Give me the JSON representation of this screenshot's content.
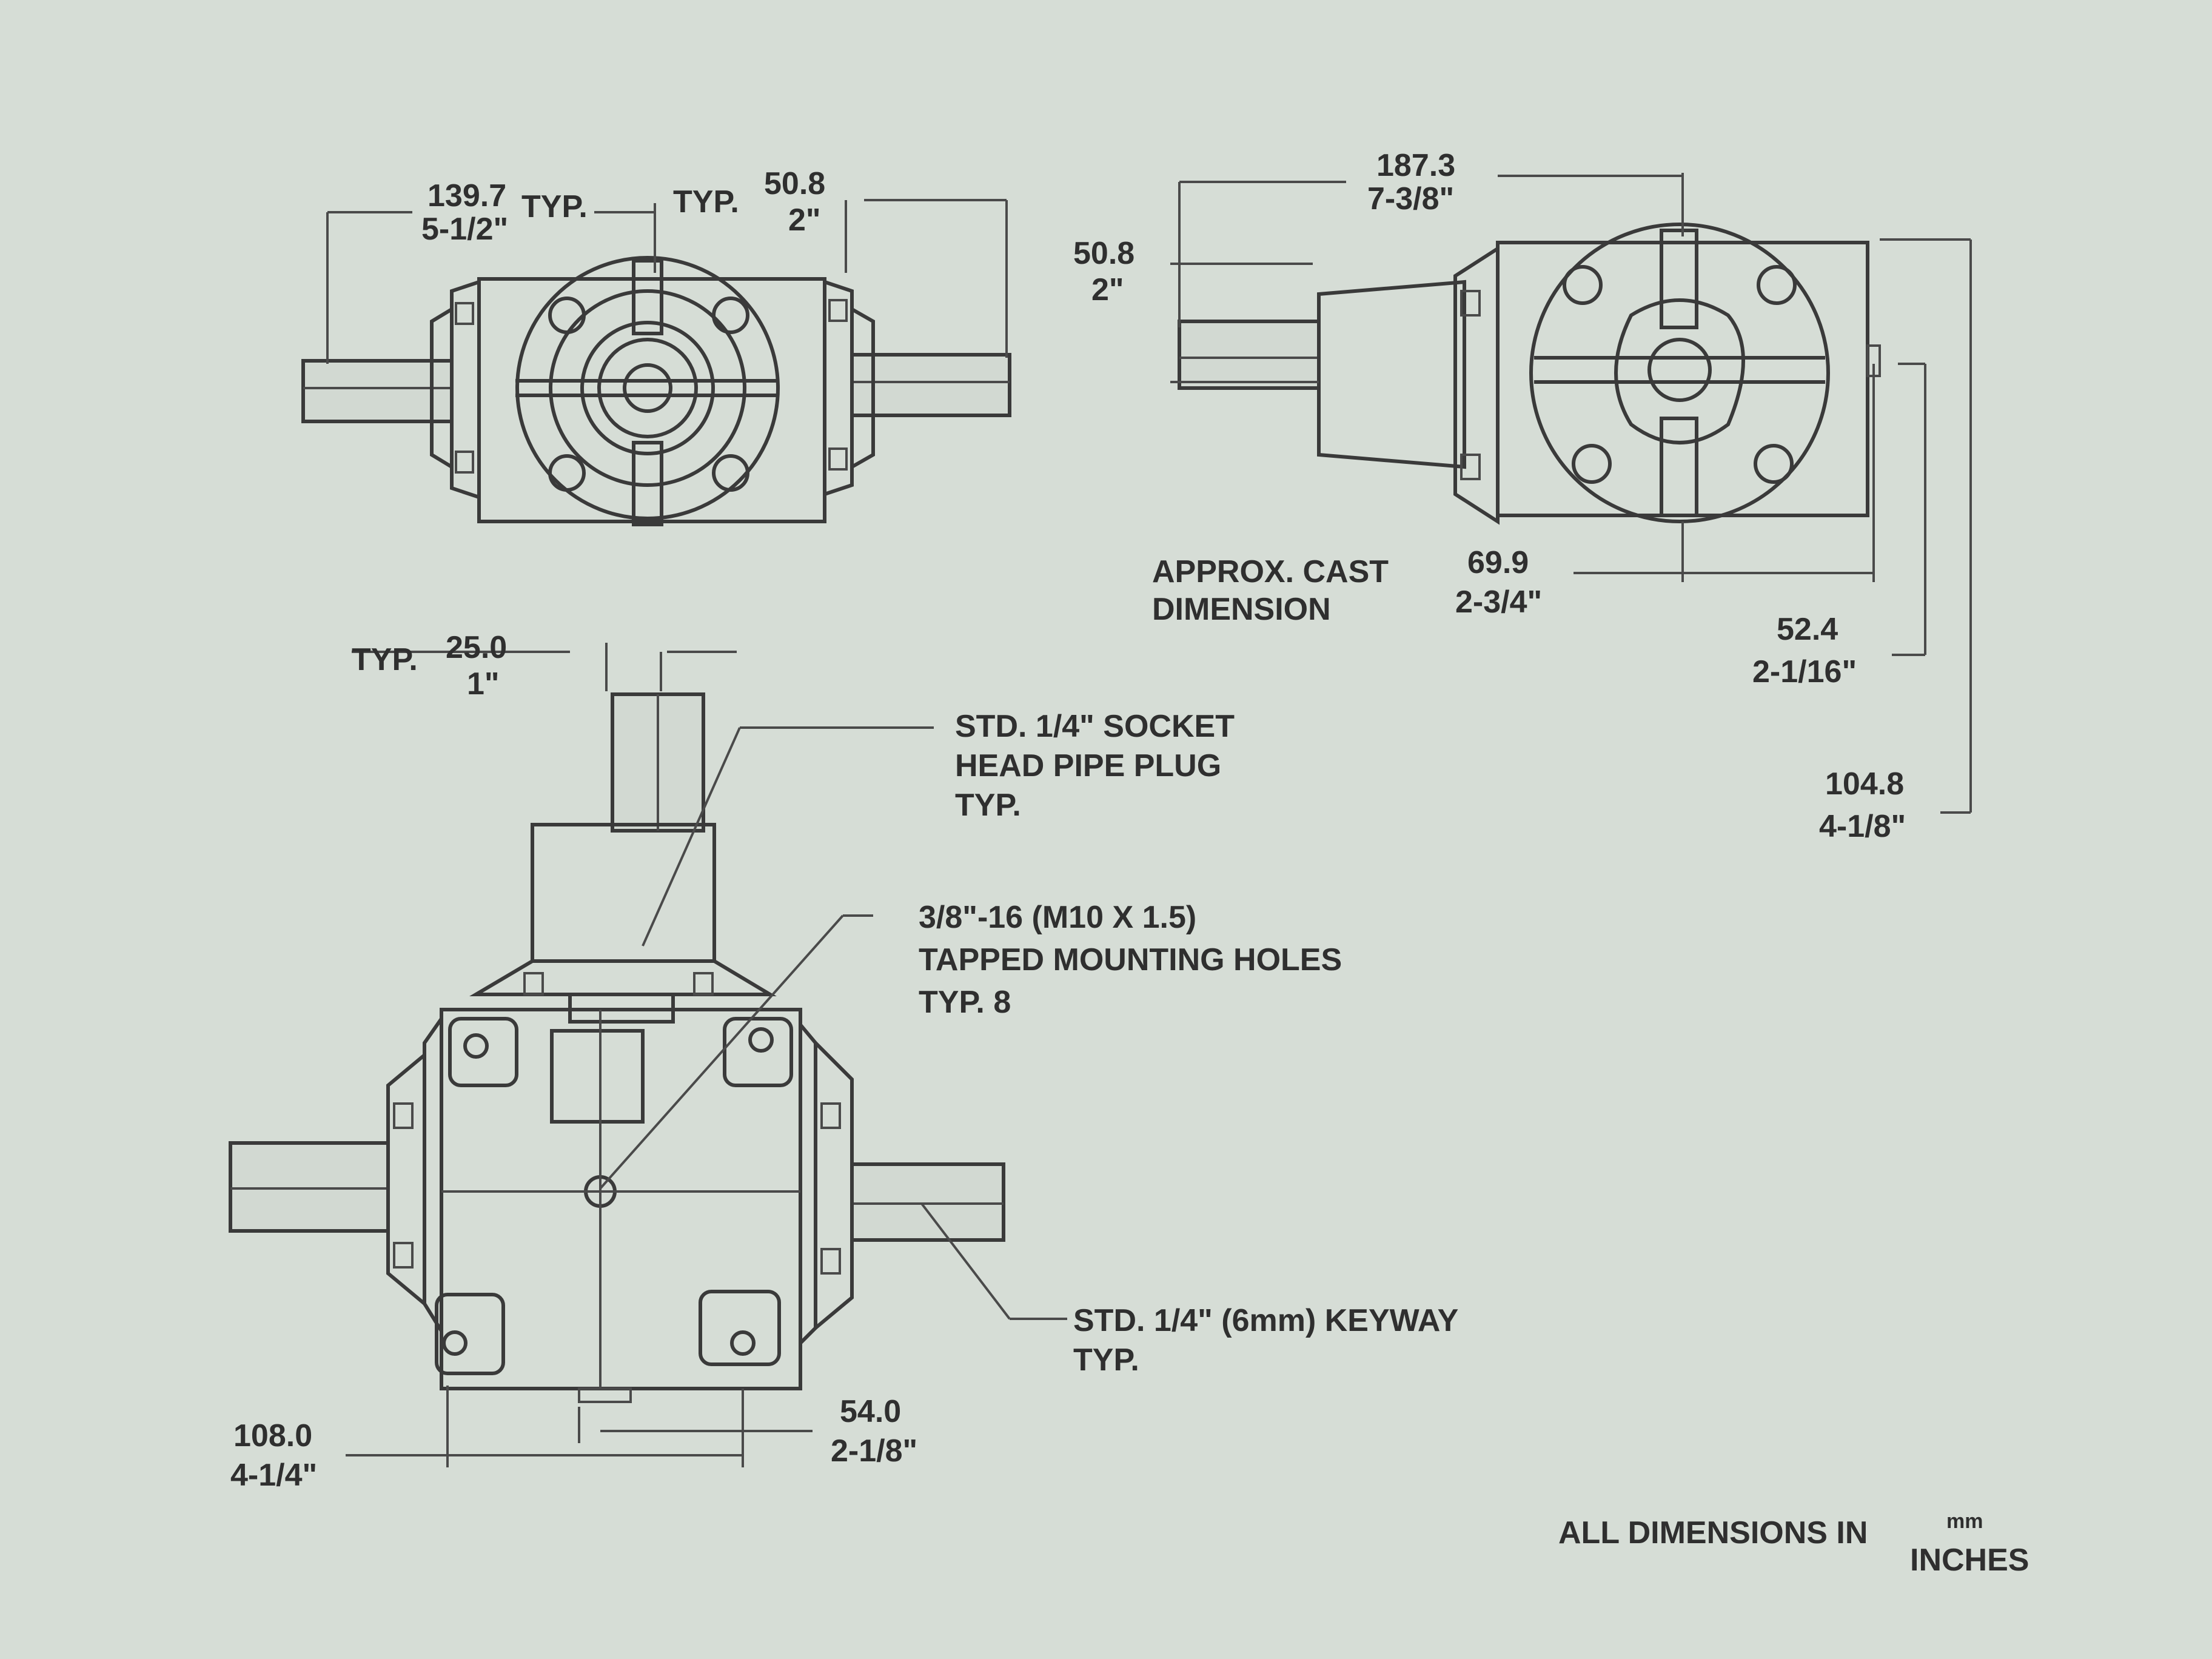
{
  "dims": {
    "top_left_width_mm": "139.7",
    "top_left_width_in": "5-1/2\"",
    "top_left_width_typ": "TYP.",
    "top_left_shaft_typ": "TYP.",
    "top_left_shaft_mm": "50.8",
    "top_left_shaft_in": "2\"",
    "top_right_width_mm": "187.3",
    "top_right_width_in": "7-3/8\"",
    "top_right_shaft_mm": "50.8",
    "top_right_shaft_in": "2\"",
    "cast_label_line1": "APPROX. CAST",
    "cast_label_line2": "DIMENSION",
    "cast_mm": "69.9",
    "cast_in": "2-3/4\"",
    "offset_mm": "52.4",
    "offset_in": "2-1/16\"",
    "height_mm": "104.8",
    "height_in": "4-1/8\"",
    "shaft_dia_typ": "TYP.",
    "shaft_dia_mm": "25.0",
    "shaft_dia_in": "1\"",
    "base_mm": "108.0",
    "base_in": "4-1/4\"",
    "hole_mm": "54.0",
    "hole_in": "2-1/8\""
  },
  "notes": {
    "plug_line1": "STD. 1/4\" SOCKET",
    "plug_line2": "HEAD PIPE PLUG",
    "plug_line3": "TYP.",
    "holes_line1": "3/8\"-16 (M10 X 1.5)",
    "holes_line2": "TAPPED MOUNTING HOLES",
    "holes_line3": "TYP. 8",
    "keyway_line1": "STD. 1/4\" (6mm) KEYWAY",
    "keyway_line2": "TYP.",
    "footer_left": "ALL DIMENSIONS IN",
    "footer_top": "mm",
    "footer_right": "INCHES"
  }
}
